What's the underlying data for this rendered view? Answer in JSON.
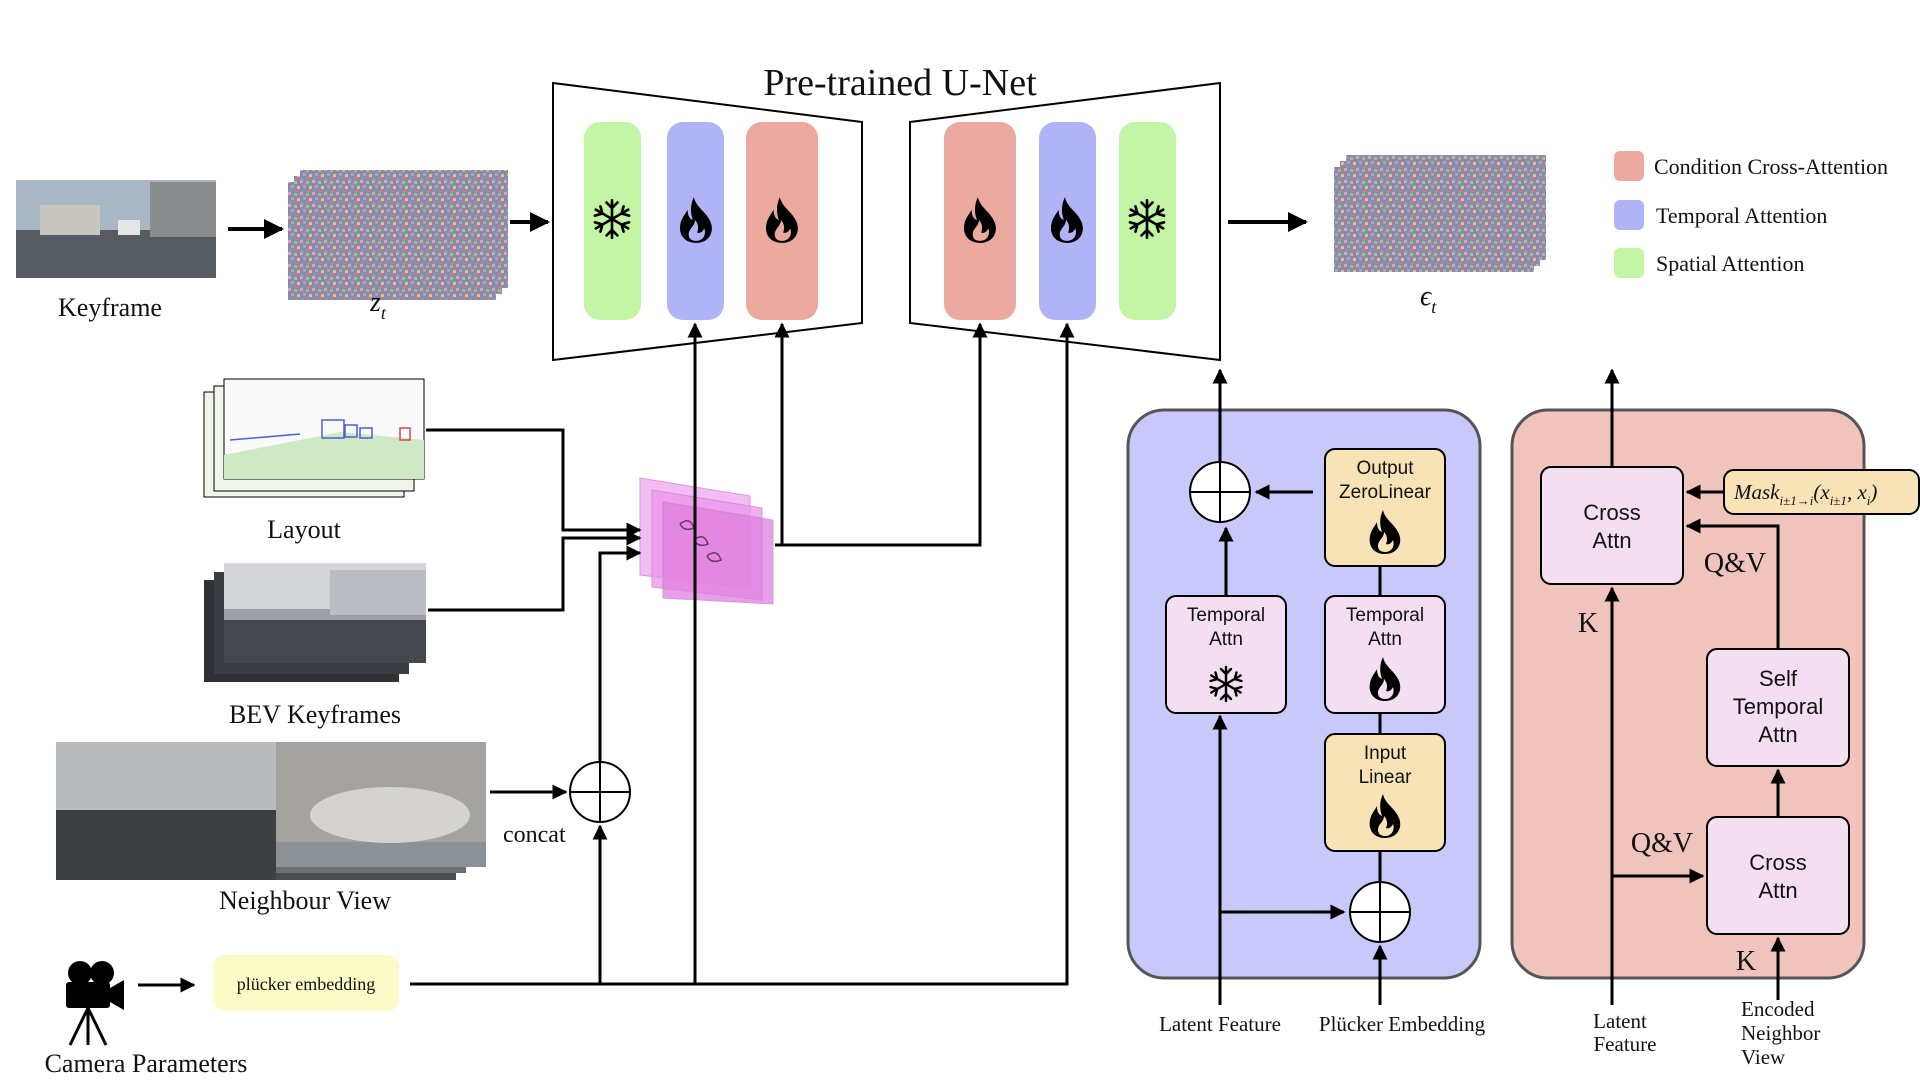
{
  "title": "Pre-trained U-Net",
  "inputs": {
    "keyframe": "Keyframe",
    "zt": "z",
    "zt_sub": "t",
    "layout": "Layout",
    "bev": "BEV Keyframes",
    "neighbour": "Neighbour View",
    "concat": "concat",
    "plucker": "plücker embedding",
    "camera": "Camera Parameters"
  },
  "output": {
    "eps": "ϵ",
    "eps_sub": "t"
  },
  "legend": [
    {
      "label": "Condition Cross-Attention",
      "color": "#eba9a0"
    },
    {
      "label": "Temporal Attention",
      "color": "#b0b4f6"
    },
    {
      "label": "Spatial Attention",
      "color": "#c3f5a5"
    }
  ],
  "temporal_block": {
    "out_line1": "Output",
    "out_line2": "ZeroLinear",
    "ta1_line1": "Temporal",
    "ta1_line2": "Attn",
    "ta2_line1": "Temporal",
    "ta2_line2": "Attn",
    "in_line1": "Input",
    "in_line2": "Linear",
    "latent": "Latent Feature",
    "plucker": "Plücker Embedding"
  },
  "cross_block": {
    "ca_top_line1": "Cross",
    "ca_top_line2": "Attn",
    "mask": "Mask",
    "mask_sub": "i±1→i",
    "mask_args": "(x",
    "mask_args_sub": "i±1",
    "mask_args_end": ", x",
    "mask_i": "i",
    "mask_close": ")",
    "qv1": "Q&V",
    "k1": "K",
    "sta_line1": "Self",
    "sta_line2": "Temporal",
    "sta_line3": "Attn",
    "qv2": "Q&V",
    "ca_bot_line1": "Cross",
    "ca_bot_line2": "Attn",
    "k2": "K",
    "latent_line1": "Latent",
    "latent_line2": "Feature",
    "enc_line1": "Encoded",
    "enc_line2": "Neighbor",
    "enc_line3": "View"
  },
  "icons": {
    "frozen": "snowflake-icon",
    "trainable": "flame-icon",
    "camera": "camera-icon"
  }
}
